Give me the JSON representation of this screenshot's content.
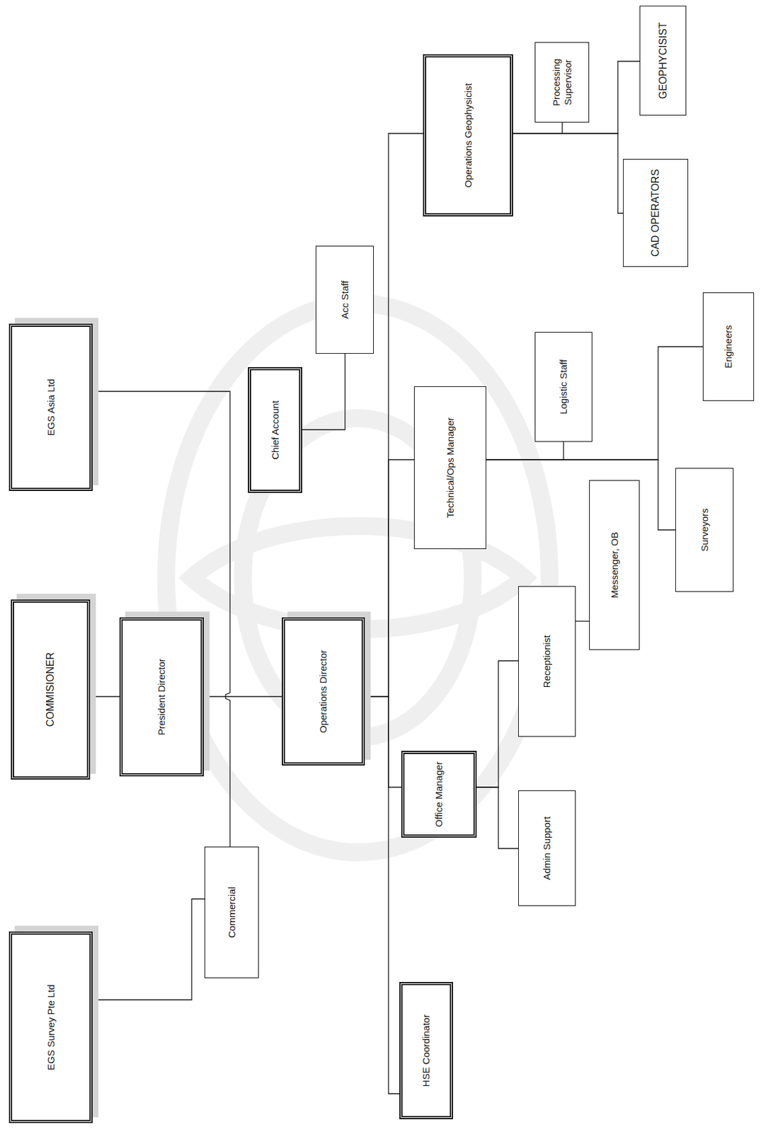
{
  "diagram": {
    "nodes": [
      {
        "text": [
          "EGS Survey Pte Ltd"
        ]
      },
      {
        "text": [
          "Commercial"
        ]
      },
      {
        "text": [
          "COMMISIONER"
        ]
      },
      {
        "text": [
          "President Director"
        ]
      },
      {
        "text": [
          "Operations Director"
        ]
      },
      {
        "text": [
          "EGS Asia Ltd"
        ]
      },
      {
        "text": [
          "Chief Account"
        ]
      },
      {
        "text": [
          "Acc Staff"
        ]
      },
      {
        "text": [
          "HSE Coordinator"
        ]
      },
      {
        "text": [
          "Office Manager"
        ]
      },
      {
        "text": [
          "Admin Support"
        ]
      },
      {
        "text": [
          "Receptionist"
        ]
      },
      {
        "text": [
          "Messenger, OB"
        ]
      },
      {
        "text": [
          "Technical/Ops Manager"
        ]
      },
      {
        "text": [
          "Logistic Staff"
        ]
      },
      {
        "text": [
          "Surveyors"
        ]
      },
      {
        "text": [
          "Engineers"
        ]
      },
      {
        "text": [
          "Operations Geophysicist"
        ]
      },
      {
        "text": [
          "Processing Supervisor"
        ]
      },
      {
        "text": [
          "GEOPHYCISIST"
        ]
      },
      {
        "text": [
          "CAD OPERATORS"
        ]
      }
    ],
    "edges": [
      {
        "from": 2,
        "to": 3,
        "arrow": "none"
      },
      {
        "from": 3,
        "to": 4,
        "arrow": "none"
      },
      {
        "from": 0,
        "to": 1,
        "arrow": "none"
      },
      {
        "from": 5,
        "to": 1,
        "arrow": "none"
      },
      {
        "from": 6,
        "to": 7,
        "arrow": "none"
      },
      {
        "from": 4,
        "to": 8,
        "arrow": "none"
      },
      {
        "from": 4,
        "to": 9,
        "arrow": "none"
      },
      {
        "from": 4,
        "to": 13,
        "arrow": "none"
      },
      {
        "from": 4,
        "to": 17,
        "arrow": "none"
      },
      {
        "from": 9,
        "to": 10,
        "arrow": "none"
      },
      {
        "from": 9,
        "to": 11,
        "arrow": "none"
      },
      {
        "from": 11,
        "to": 12,
        "arrow": "none"
      },
      {
        "from": 13,
        "to": 14,
        "arrow": "none"
      },
      {
        "from": 13,
        "to": 15,
        "arrow": "none"
      },
      {
        "from": 13,
        "to": 16,
        "arrow": "none"
      },
      {
        "from": 17,
        "to": 18,
        "arrow": "none"
      },
      {
        "from": 17,
        "to": 19,
        "arrow": "none"
      },
      {
        "from": 17,
        "to": 20,
        "arrow": "none"
      }
    ]
  }
}
